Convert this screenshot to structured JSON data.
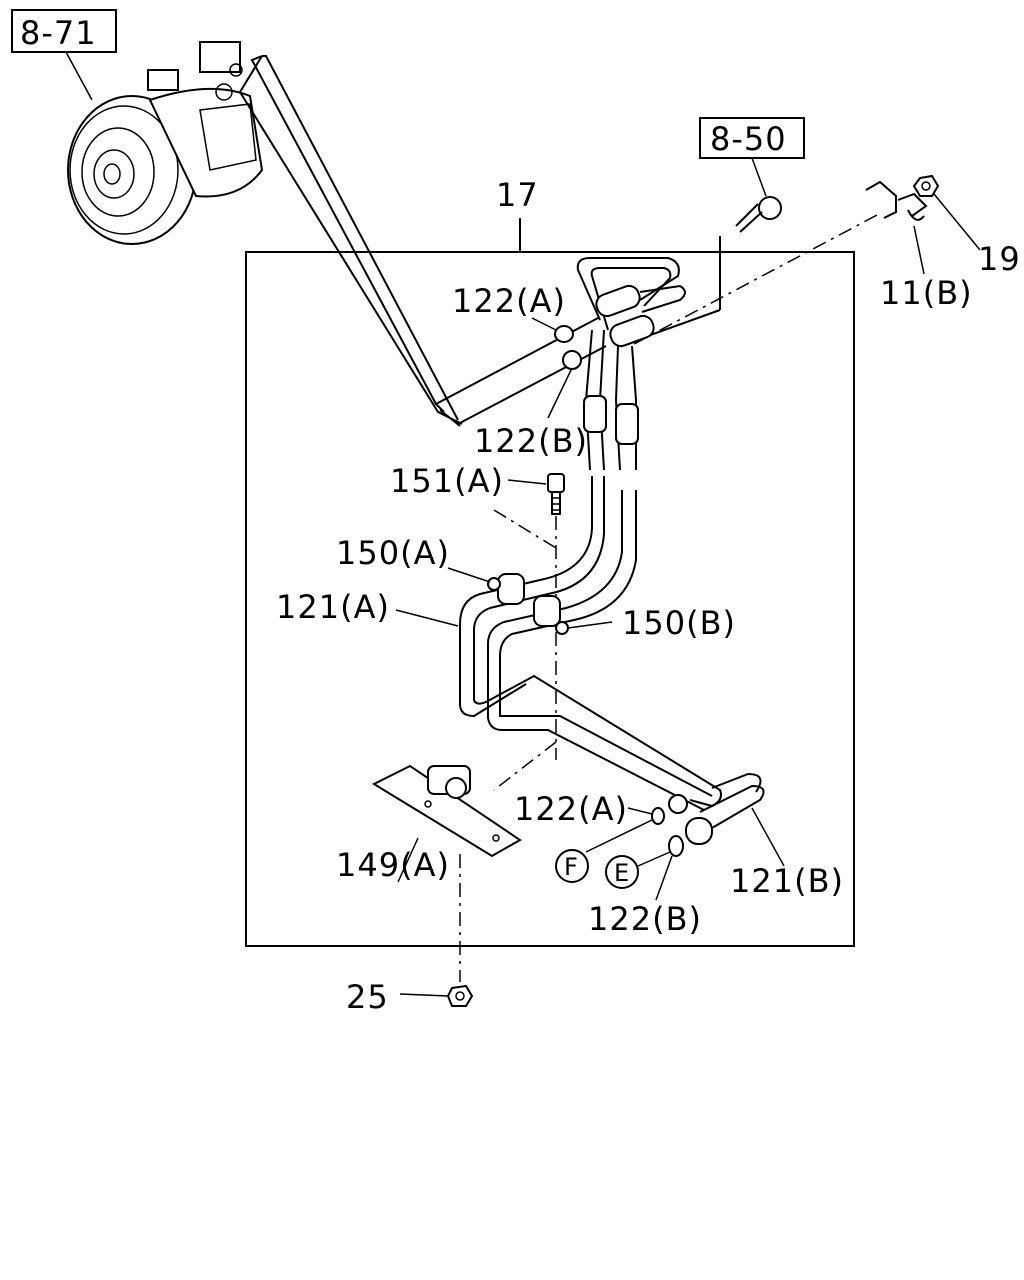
{
  "references": {
    "compressor_ref": "8-71",
    "bolt_ref": "8-50"
  },
  "assembly_number": "17",
  "part_labels": {
    "oring_122a_top": "122(A)",
    "oring_122b_top": "122(B)",
    "bolt_151a": "151(A)",
    "clip_150a": "150(A)",
    "pipe_121a": "121(A)",
    "clip_150b": "150(B)",
    "oring_122a_bottom": "122(A)",
    "bracket_149a": "149(A)",
    "oring_122b_bottom": "122(B)",
    "pipe_121b": "121(B)",
    "nut_25": "25",
    "clip_11b": "11(B)",
    "nut_19": "19"
  },
  "connection_markers": {
    "f": "F",
    "e": "E"
  }
}
